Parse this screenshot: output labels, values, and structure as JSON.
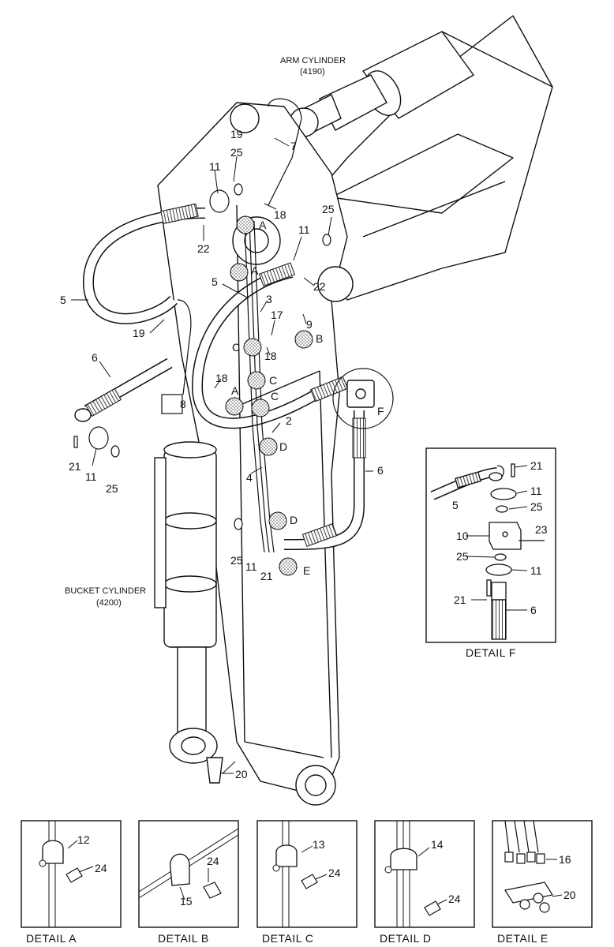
{
  "labels": {
    "arm_cylinder": "ARM CYLINDER",
    "arm_cylinder_code": "(4190)",
    "bucket_cylinder": "BUCKET CYLINDER",
    "bucket_cylinder_code": "(4200)"
  },
  "callouts": {
    "n2": "2",
    "n3": "3",
    "n4": "4",
    "n5": "5",
    "n6": "6",
    "n7": "7",
    "n8": "8",
    "n9": "9",
    "n10": "10",
    "n11": "11",
    "n12": "12",
    "n13": "13",
    "n14": "14",
    "n15": "15",
    "n16": "16",
    "n17": "17",
    "n18": "18",
    "n19": "19",
    "n20": "20",
    "n21": "21",
    "n22": "22",
    "n23": "23",
    "n24": "24",
    "n25": "25"
  },
  "markers": {
    "A": "A",
    "B": "B",
    "C": "C",
    "D": "D",
    "E": "E",
    "F": "F"
  },
  "details": {
    "a": "DETAIL  A",
    "b": "DETAIL  B",
    "c": "DETAIL  C",
    "d": "DETAIL  D",
    "e": "DETAIL  E",
    "f": "DETAIL  F"
  }
}
